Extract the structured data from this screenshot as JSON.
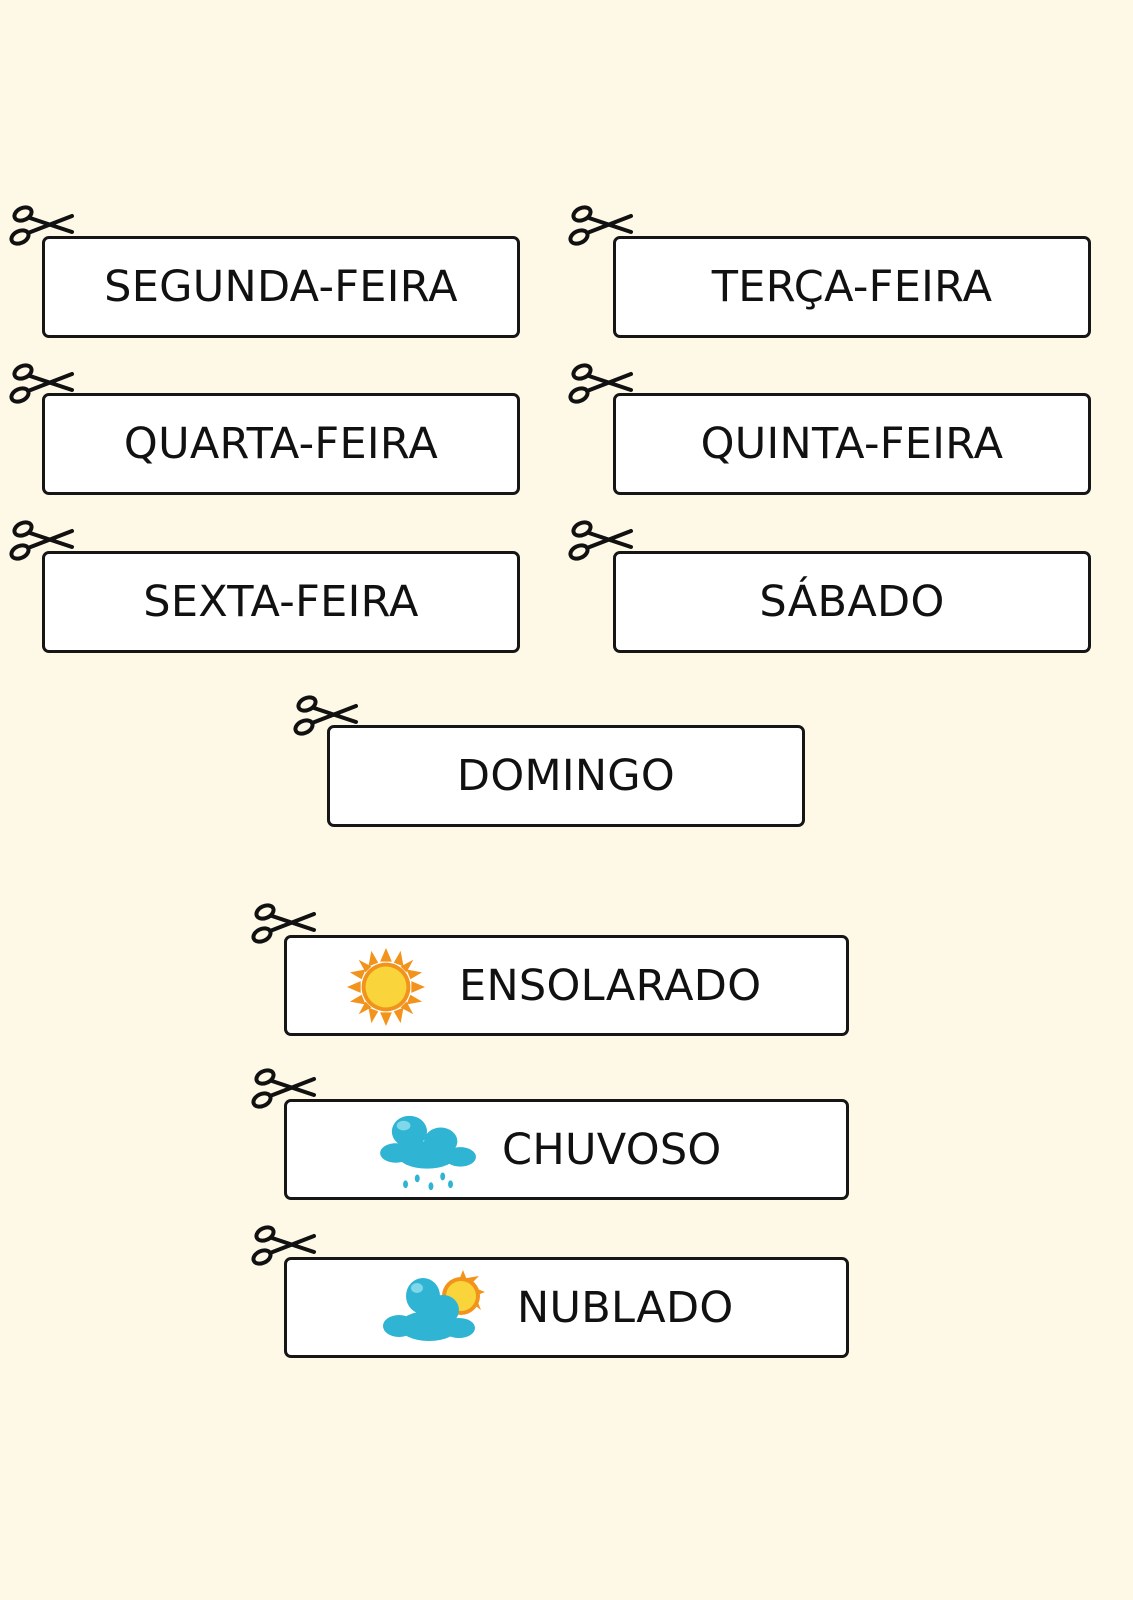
{
  "days": {
    "monday": "SEGUNDA-FEIRA",
    "tuesday": "TERÇA-FEIRA",
    "wednesday": "QUARTA-FEIRA",
    "thursday": "QUINTA-FEIRA",
    "friday": "SEXTA-FEIRA",
    "saturday": "SÁBADO",
    "sunday": "DOMINGO"
  },
  "weather": {
    "sunny": {
      "label": "ENSOLARADO",
      "icon": "sun-icon"
    },
    "rainy": {
      "label": "CHUVOSO",
      "icon": "rain-cloud-icon"
    },
    "cloudy": {
      "label": "NUBLADO",
      "icon": "cloud-sun-icon"
    }
  },
  "colors": {
    "background": "#fef8e6",
    "card_border": "#161616",
    "sun": "#f9d43a",
    "sun_rays": "#f2931c",
    "cloud": "#2fb4d4"
  }
}
